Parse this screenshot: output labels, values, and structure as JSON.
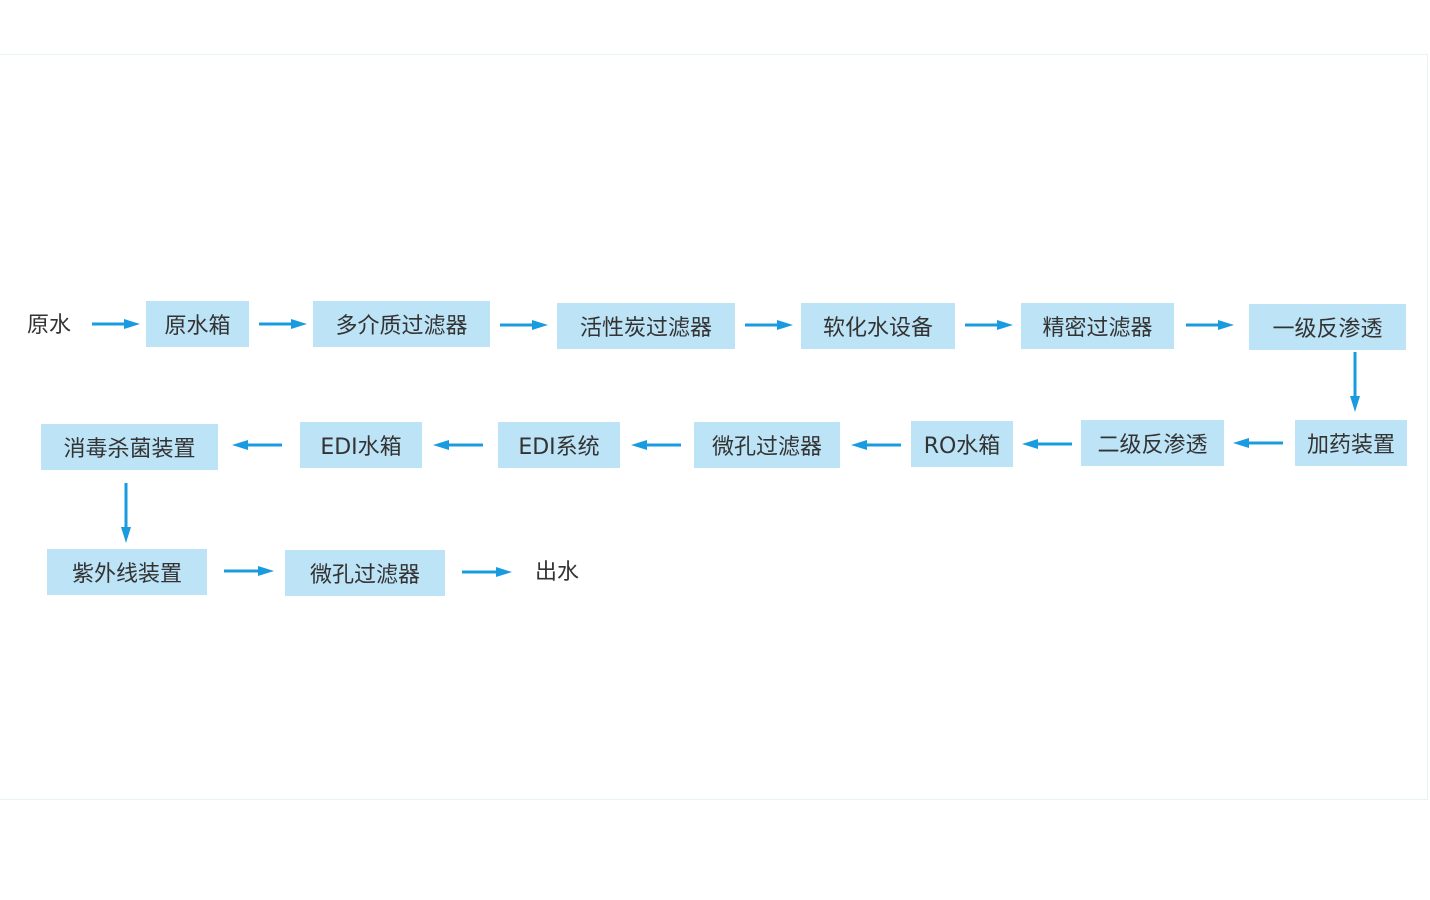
{
  "title": "水处理工艺流程",
  "start_label": "原水",
  "end_label": "出水",
  "colors": {
    "box": "#bde3f6",
    "arrow": "#1a9be0",
    "text": "#333333"
  },
  "steps": [
    "原水箱",
    "多介质过滤器",
    "活性炭过滤器",
    "软化水设备",
    "精密过滤器",
    "一级反渗透",
    "加药装置",
    "二级反渗透",
    "RO水箱",
    "微孔过滤器",
    "EDI系统",
    "EDI水箱",
    "消毒杀菌装置",
    "紫外线装置",
    "微孔过滤器"
  ]
}
